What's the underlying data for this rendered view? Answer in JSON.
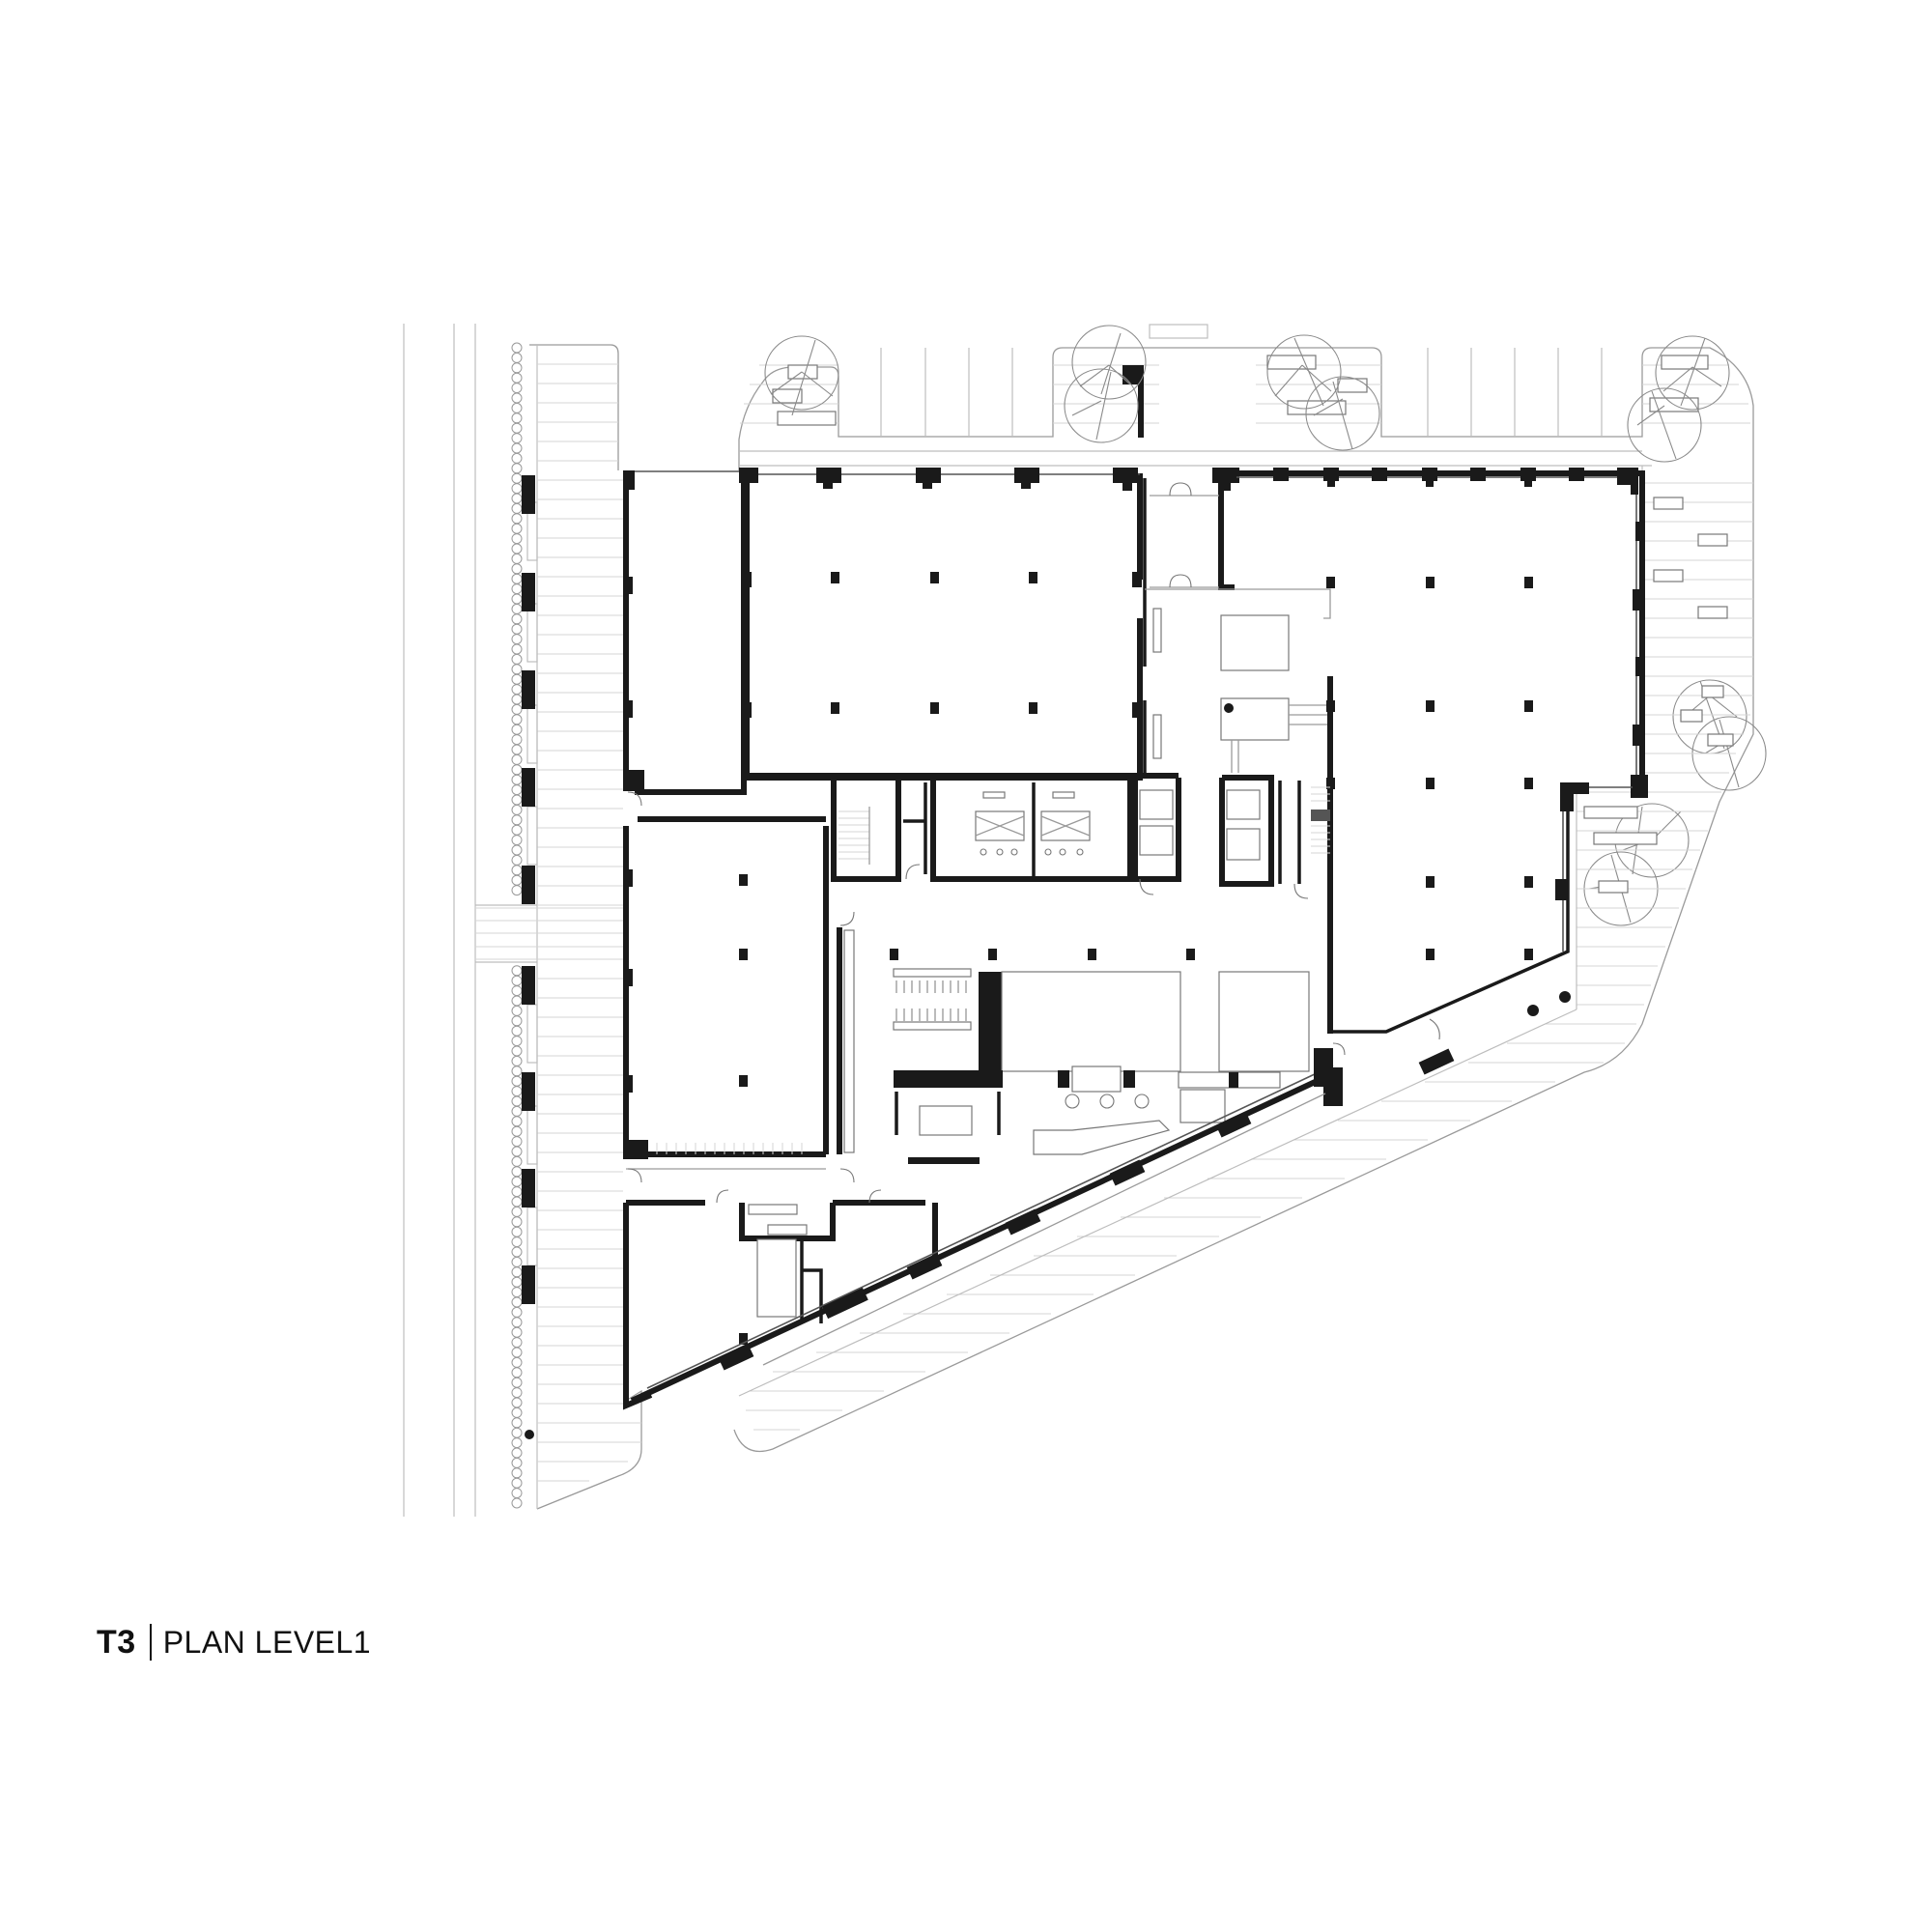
{
  "drawing": {
    "title_code": "T3",
    "title_separator": "|",
    "title_name": "PLAN LEVEL1",
    "type": "architectural floor plan",
    "level": "1"
  },
  "legend": {
    "walls_color": "#1a1a1a",
    "landscape_color": "#bdbdbd",
    "background_color": "#ffffff"
  },
  "spaces": [
    {
      "id": "tenant-west-strip",
      "label": ""
    },
    {
      "id": "tenant-north-west",
      "label": ""
    },
    {
      "id": "entry-corridor",
      "label": ""
    },
    {
      "id": "lobby",
      "label": ""
    },
    {
      "id": "tenant-north-east",
      "label": ""
    },
    {
      "id": "core-stair-west",
      "label": ""
    },
    {
      "id": "restrooms",
      "label": ""
    },
    {
      "id": "elevators",
      "label": ""
    },
    {
      "id": "core-stair-east",
      "label": ""
    },
    {
      "id": "tenant-west-middle",
      "label": ""
    },
    {
      "id": "amenity-lounge",
      "label": ""
    },
    {
      "id": "meeting-room",
      "label": ""
    },
    {
      "id": "tenant-south-west",
      "label": ""
    },
    {
      "id": "service-rooms",
      "label": ""
    }
  ]
}
